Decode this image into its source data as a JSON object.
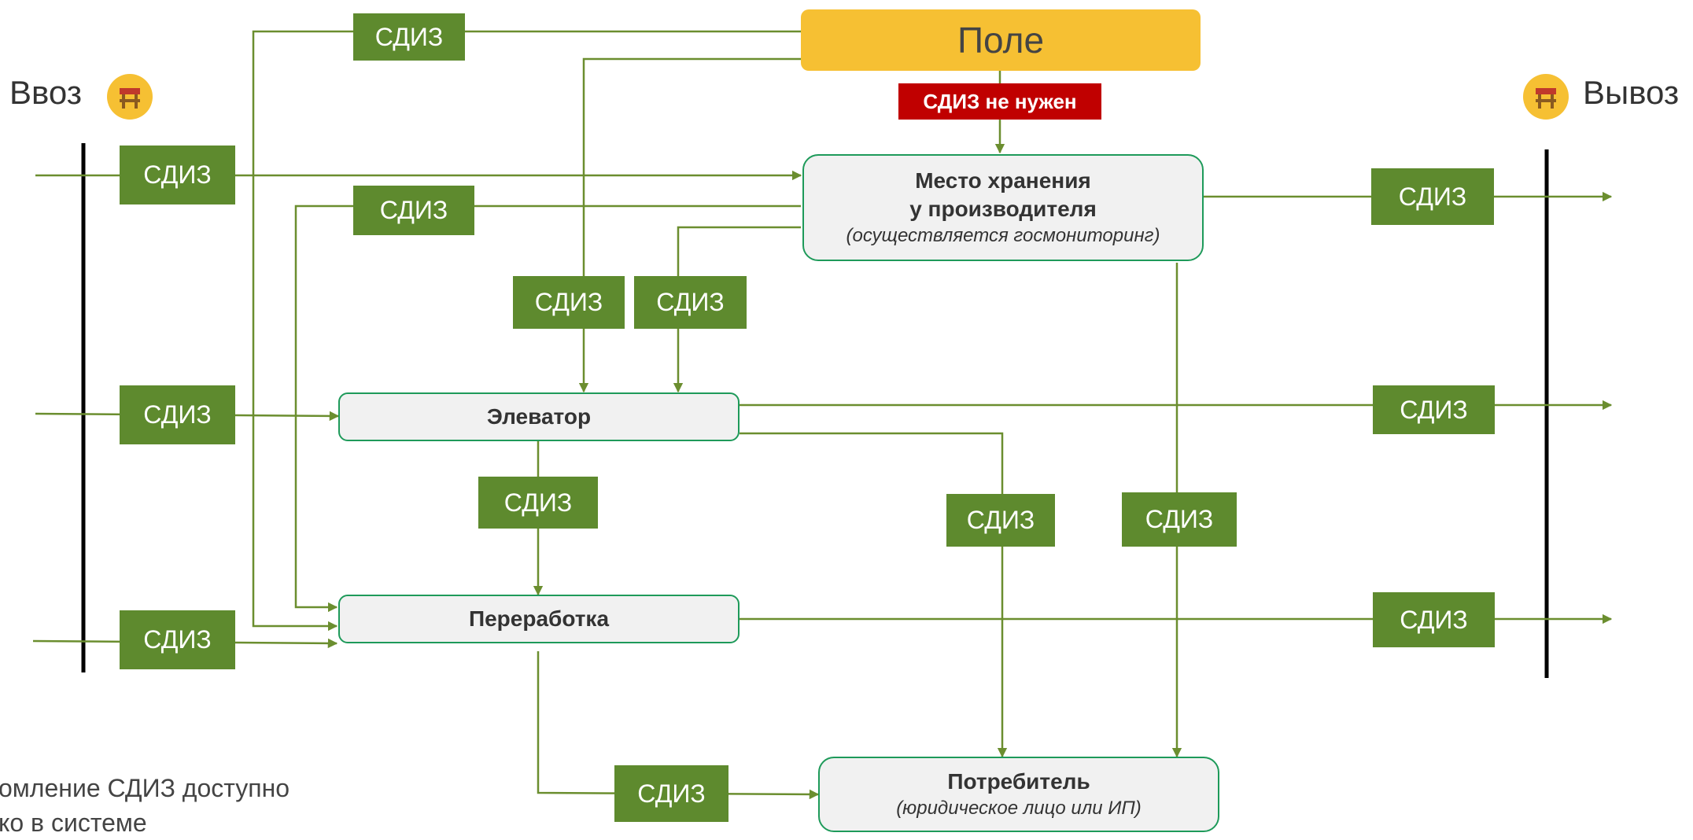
{
  "field": {
    "label": "Поле"
  },
  "not_needed": {
    "label": "СДИЗ не нужен"
  },
  "import": {
    "label": "Ввоз",
    "icon": "barrier-icon"
  },
  "export": {
    "label": "Вывоз",
    "icon": "barrier-icon"
  },
  "storage": {
    "title_line1": "Место хранения",
    "title_line2": "у производителя",
    "subtitle": "(осуществляется госмониторинг)"
  },
  "elevator": {
    "title": "Элеватор"
  },
  "processing": {
    "title": "Переработка"
  },
  "consumer": {
    "title": "Потребитель",
    "subtitle": "(юридическое лицо или ИП)"
  },
  "sdiz_label": "СДИЗ",
  "note": {
    "line1": "омление СДИЗ доступно",
    "line2": "ко в системе"
  },
  "colors": {
    "arrow": "#6b8e2f",
    "badge": "#5e8a2e",
    "field": "#f6c033",
    "red": "#c00000",
    "node_border": "#1e9a5a"
  }
}
